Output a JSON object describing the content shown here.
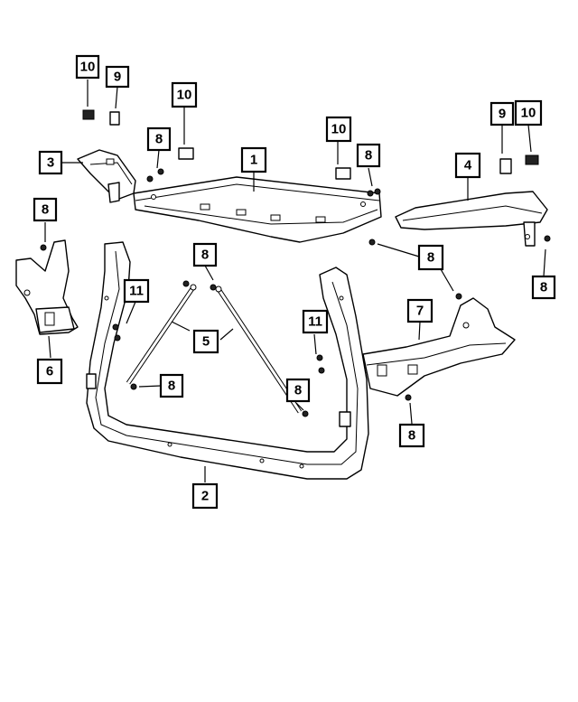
{
  "callouts": [
    {
      "id": "c10a",
      "label": "10"
    },
    {
      "id": "c9a",
      "label": "9"
    },
    {
      "id": "c10b",
      "label": "10"
    },
    {
      "id": "c8a",
      "label": "8"
    },
    {
      "id": "c3",
      "label": "3"
    },
    {
      "id": "c1",
      "label": "1"
    },
    {
      "id": "c10c",
      "label": "10"
    },
    {
      "id": "c8b",
      "label": "8"
    },
    {
      "id": "c9b",
      "label": "9"
    },
    {
      "id": "c10d",
      "label": "10"
    },
    {
      "id": "c4",
      "label": "4"
    },
    {
      "id": "c8c",
      "label": "8"
    },
    {
      "id": "c8d",
      "label": "8"
    },
    {
      "id": "c8e",
      "label": "8"
    },
    {
      "id": "c8f",
      "label": "8"
    },
    {
      "id": "c11a",
      "label": "11"
    },
    {
      "id": "c5",
      "label": "5"
    },
    {
      "id": "c7",
      "label": "7"
    },
    {
      "id": "c6",
      "label": "6"
    },
    {
      "id": "c11b",
      "label": "11"
    },
    {
      "id": "c8g",
      "label": "8"
    },
    {
      "id": "c8h",
      "label": "8"
    },
    {
      "id": "c8i",
      "label": "8"
    },
    {
      "id": "c2",
      "label": "2"
    }
  ]
}
